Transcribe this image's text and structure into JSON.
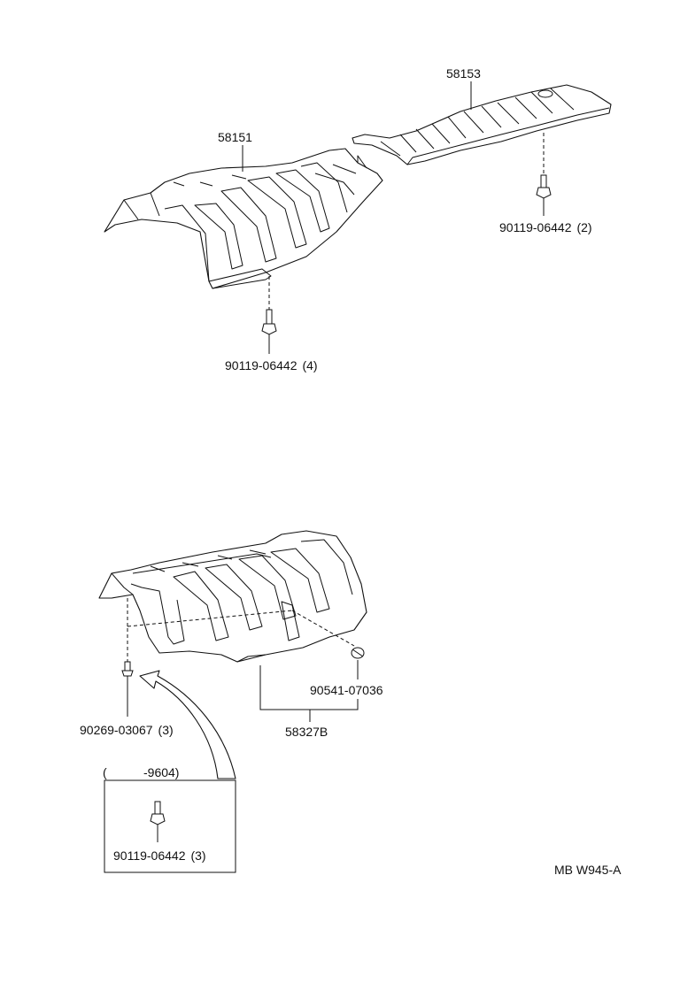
{
  "diagram": {
    "parts": {
      "cover_front": "58151",
      "cover_rear": "58153",
      "bolt_front": "90119-06442",
      "bolt_front_qty": "(4)",
      "bolt_rear": "90119-06442",
      "bolt_rear_qty": "(2)",
      "insulator": "58327B",
      "clip": "90541-07036",
      "rivet": "90269-03067",
      "rivet_qty": "(3)"
    },
    "inset": {
      "range_open": "(",
      "range_end": "-9604)",
      "bolt": "90119-06442",
      "bolt_qty": "(3)"
    },
    "figure_code": "MB W945-A"
  }
}
